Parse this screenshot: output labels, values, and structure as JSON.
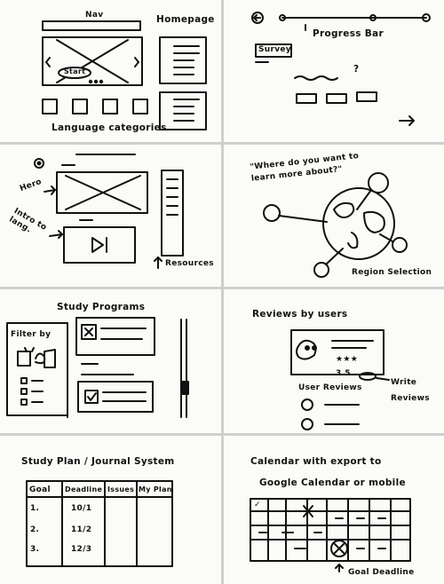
{
  "panels": {
    "homepage": {
      "nav": "Nav",
      "title": "Homepage",
      "start_button": "Start",
      "categories_label": "Language categories"
    },
    "survey": {
      "tab": "Survey",
      "question_mark": "?",
      "progress_label": "Progress Bar",
      "next_arrow": "→"
    },
    "language_intro": {
      "hero_label": "Hero",
      "intro_label": "Intro to lang.",
      "resources_label": "Resources"
    },
    "region": {
      "question": "\"Where do you want to learn more about?\"",
      "region_label": "Region Selection"
    },
    "study_programs": {
      "title": "Study Programs",
      "filter_label": "Filter by"
    },
    "reviews": {
      "title": "Reviews by users",
      "stars": "★★★",
      "rating": "3.5",
      "write_label": "Write Reviews",
      "user_reviews_label": "User Reviews"
    },
    "study_plan": {
      "title": "Study Plan / Journal System",
      "columns": [
        "Goal",
        "Deadline",
        "Issues",
        "My Plan"
      ],
      "rows": [
        [
          "1.",
          "10/1",
          "",
          ""
        ],
        [
          "2.",
          "11/2",
          "",
          ""
        ],
        [
          "3.",
          "12/3",
          "",
          ""
        ]
      ]
    },
    "calendar": {
      "title": "Calendar with export to",
      "title2": "Google Calendar or mobile",
      "check_mark": "✓",
      "goal_label": "Goal Deadline"
    }
  }
}
